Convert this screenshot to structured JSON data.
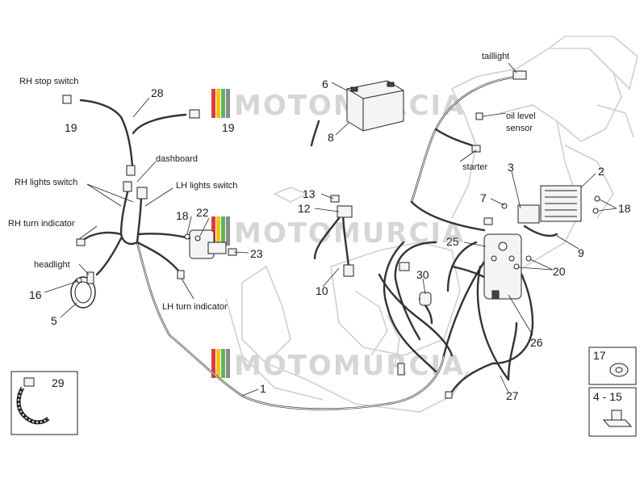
{
  "watermark": {
    "text": "MOTOMURCIA",
    "colors": [
      "#e03a3a",
      "#f2c21b",
      "#5bb55b",
      "#8a8a8a"
    ]
  },
  "labels": {
    "rh_stop_switch": "RH stop switch",
    "taillight": "taillight",
    "oil_level_sensor_1": "oil level",
    "oil_level_sensor_2": "sensor",
    "dashboard": "dashboard",
    "starter": "starter",
    "rh_lights_switch": "RH lights switch",
    "lh_lights_switch": "LH lights switch",
    "rh_turn_indicator": "RH turn indicator",
    "headlight": "headlight",
    "lh_turn_indicator": "LH turn indicator"
  },
  "callouts": {
    "n28": "28",
    "n19a": "19",
    "n19b": "19",
    "n6": "6",
    "n8": "8",
    "n3": "3",
    "n2": "2",
    "n13": "13",
    "n12": "12",
    "n7": "7",
    "n18a": "18",
    "n22": "22",
    "n18b": "18",
    "n23": "23",
    "n9": "9",
    "n25": "25",
    "n20": "20",
    "n16": "16",
    "n10": "10",
    "n30": "30",
    "n5": "5",
    "n26": "26",
    "n1": "1",
    "n27": "27",
    "n29": "29",
    "n17": "17",
    "n4_15": "4 - 15"
  }
}
